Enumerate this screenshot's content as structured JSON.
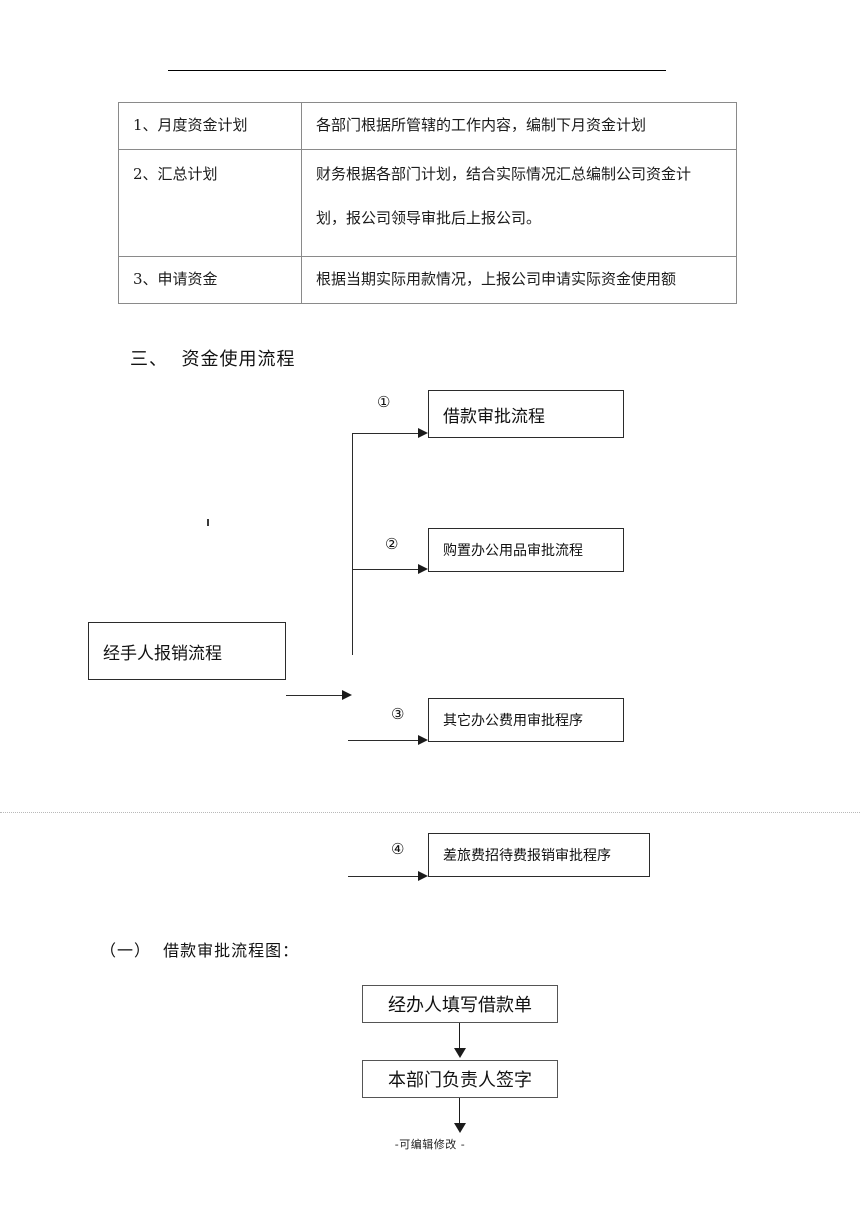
{
  "document": {
    "footer_note": "-可编辑修改 -"
  },
  "fund_plan_table": {
    "rows": [
      {
        "label": "1、月度资金计划",
        "description_lines": [
          "各部门根据所管辖的工作内容，编制下月资金计划"
        ]
      },
      {
        "label": "2、汇总计划",
        "description_lines": [
          "财务根据各部门计划，结合实际情况汇总编制公司资金计",
          "划，报公司领导审批后上报公司。"
        ]
      },
      {
        "label": "3、申请资金",
        "description_lines": [
          "根据当期实际用款情况，上报公司申请实际资金使用额"
        ]
      }
    ]
  },
  "section_three": {
    "heading": "三、  资金使用流程",
    "source_box": "经手人报销流程",
    "branches": [
      {
        "marker": "①",
        "label": "借款审批流程"
      },
      {
        "marker": "②",
        "label": "购置办公用品审批流程"
      },
      {
        "marker": "③",
        "label": "其它办公费用审批程序"
      },
      {
        "marker": "④",
        "label": "差旅费招待费报销审批程序"
      }
    ]
  },
  "subsection_one": {
    "heading": "（一）  借款审批流程图：",
    "steps": [
      {
        "label": "经办人填写借款单"
      },
      {
        "label": "本部门负责人签字"
      }
    ]
  }
}
